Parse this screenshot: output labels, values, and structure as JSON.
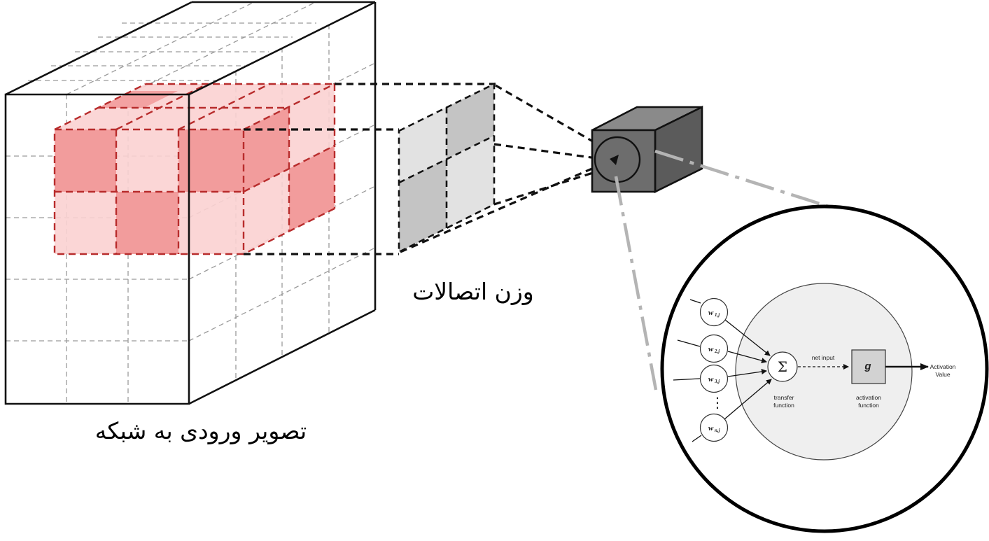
{
  "labels": {
    "input_image": "تصویر ورودی به شبکه",
    "connection_weights": "وزن اتصالات"
  },
  "neuron": {
    "inputs": [
      {
        "main": "w",
        "sub": "1,j"
      },
      {
        "main": "w",
        "sub": "2,j"
      },
      {
        "main": "w",
        "sub": "3,j"
      },
      {
        "main": "w",
        "sub": "n,j"
      }
    ],
    "ellipsis": "⋮",
    "sum_symbol": "Σ",
    "transfer_line1": "transfer",
    "transfer_line2": "function",
    "net_input": "net input",
    "activation_symbol": "g",
    "activation_line1": "activation",
    "activation_line2": "function",
    "output_line1": "Activation",
    "output_line2": "Value"
  },
  "colors": {
    "red_dark": "#f29c9c",
    "red_light": "#fbd2d2",
    "red_border": "#b82c2c",
    "gray_dark": "#c4c4c4",
    "gray_light": "#e2e2e2",
    "neuron_cube_front": "#6d6d6d",
    "neuron_cube_top": "#8a8a8a",
    "neuron_cube_side": "#5b5b5b",
    "circle_fill": "#efefef"
  }
}
